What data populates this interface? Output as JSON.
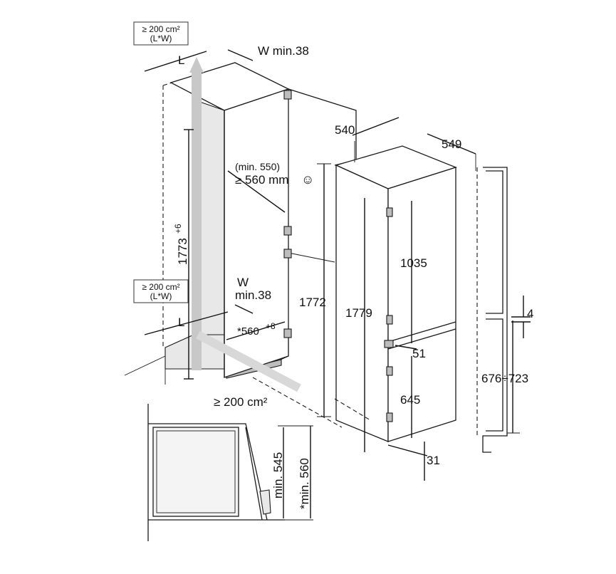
{
  "labels": {
    "vent_area_top_line1": "≥ 200 cm²",
    "vent_area_top_line2": "(L*W)",
    "vent_area_mid_line1": "≥ 200 cm²",
    "vent_area_mid_line2": "(L*W)",
    "L_top": "L",
    "L_bottom": "L",
    "w_min_top": "W min.38",
    "w_min_mid_line1": "W",
    "w_min_mid_line2": "min.38",
    "niche_height": "1773",
    "niche_height_tol": "+6",
    "min_550": "(min. 550)",
    "ge_560": "≥ 560 mm",
    "smiley": "☺",
    "niche_outer_height": "1772",
    "niche_width": "*560",
    "niche_width_tol": "+8",
    "vent_bottom": "≥ 200 cm²",
    "depth_540": "540",
    "depth_549": "549",
    "height_1779": "1779",
    "height_1035": "1035",
    "height_645": "645",
    "gap_51": "51",
    "gap_31": "31",
    "gap_4": "4",
    "door_range": "676÷723",
    "min_545": "min. 545",
    "min_560_star": "*min. 560"
  }
}
